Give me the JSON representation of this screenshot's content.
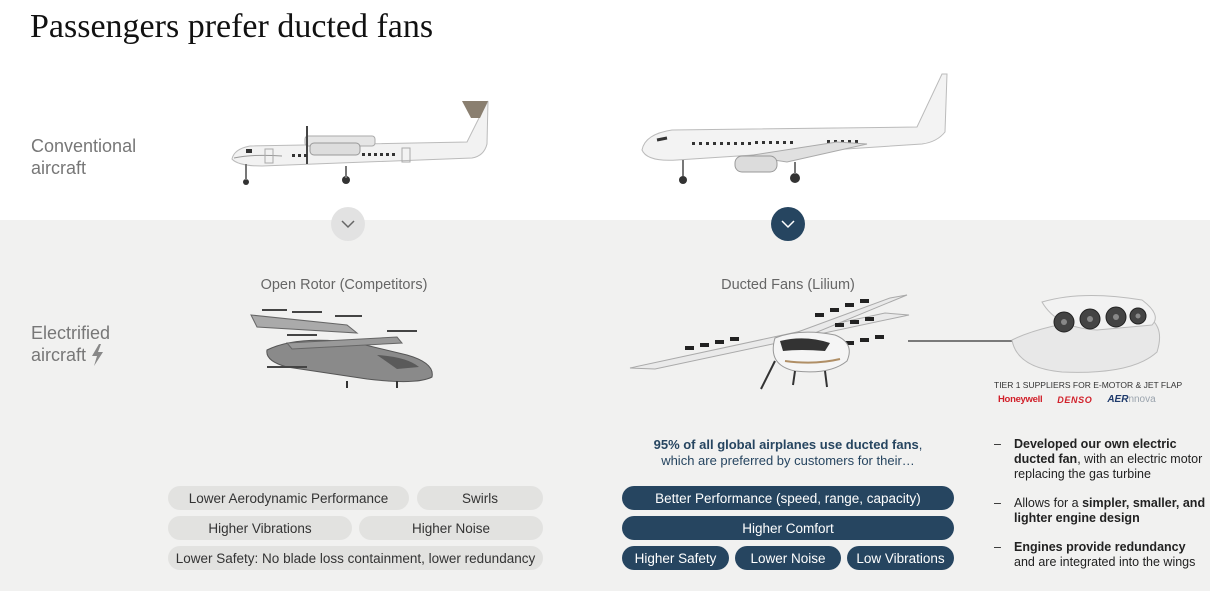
{
  "title": "Passengers prefer ducted fans",
  "rows": {
    "conventional": [
      "Conventional",
      "aircraft"
    ],
    "electrified": [
      "Electrified",
      "aircraft"
    ]
  },
  "open_rotor": {
    "heading": "Open Rotor (Competitors)",
    "pills": [
      "Lower Aerodynamic Performance",
      "Swirls",
      "Higher Vibrations",
      "Higher Noise",
      "Lower Safety: No blade loss containment, lower redundancy"
    ]
  },
  "ducted": {
    "heading": "Ducted Fans (Lilium)",
    "claim_bold": "95% of all global airplanes use ducted fans",
    "claim_rest": ",",
    "claim_line2": "which are preferred by customers for their…",
    "pills": [
      "Better Performance (speed, range, capacity)",
      "Higher Comfort",
      "Higher Safety",
      "Lower Noise",
      "Low Vibrations"
    ]
  },
  "suppliers": {
    "label": "TIER 1 SUPPLIERS FOR E-MOTOR & JET FLAP",
    "logos": [
      "Honeywell",
      "DENSO",
      "AER",
      "nnova"
    ]
  },
  "bullets": [
    {
      "dash": "–",
      "bold": "Developed our own electric ducted fan",
      "rest": ", with an electric motor replacing the gas turbine"
    },
    {
      "dash": "–",
      "pre": "Allows for a ",
      "bold": "simpler, smaller, and lighter engine design"
    },
    {
      "dash": "–",
      "bold": "Engines provide redundancy",
      "rest": " and are integrated into the wings"
    }
  ],
  "icons": [
    "chevron-down-icon",
    "lightning-icon"
  ]
}
